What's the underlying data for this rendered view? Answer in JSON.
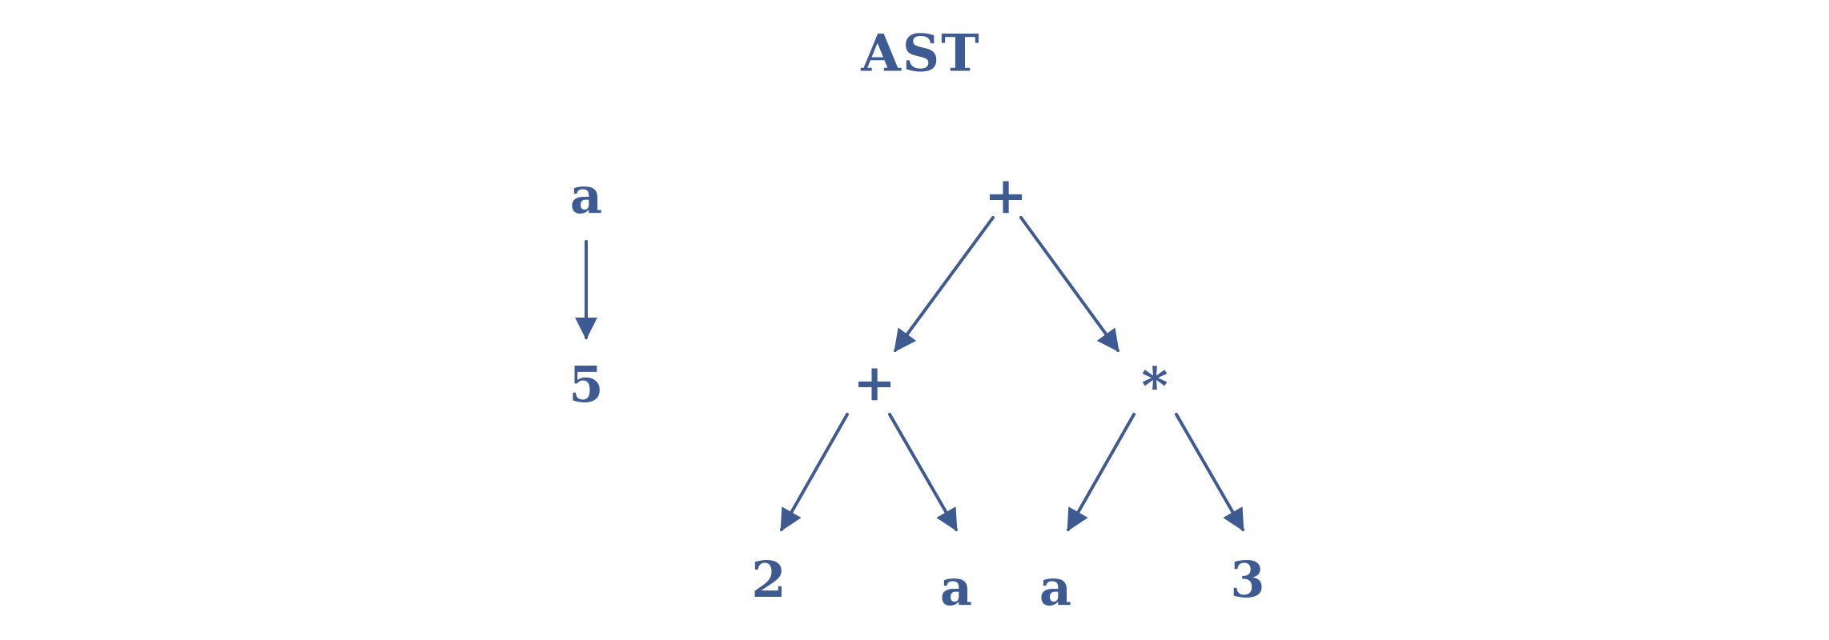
{
  "title": "AST",
  "colors": {
    "ink": "#3e5a92"
  },
  "assignment": {
    "from": "a",
    "to": "5"
  },
  "tree": {
    "root": "+",
    "left": {
      "op": "+",
      "left": "2",
      "right": "a"
    },
    "right": {
      "op": "*",
      "left": "a",
      "right": "3"
    }
  }
}
